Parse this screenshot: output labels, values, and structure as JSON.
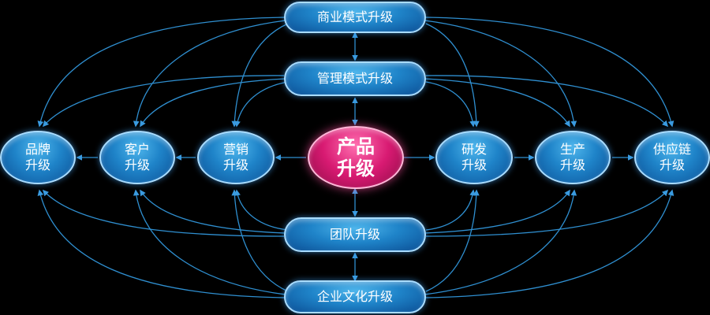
{
  "top_nodes": {
    "business_model": "商业模式升级",
    "management_model": "管理模式升级"
  },
  "bottom_nodes": {
    "team": "团队升级",
    "culture": "企业文化升级"
  },
  "center": {
    "line1": "产品",
    "line2": "升级"
  },
  "left_nodes": [
    {
      "line1": "品牌",
      "line2": "升级"
    },
    {
      "line1": "客户",
      "line2": "升级"
    },
    {
      "line1": "营销",
      "line2": "升级"
    }
  ],
  "right_nodes": [
    {
      "line1": "研发",
      "line2": "升级"
    },
    {
      "line1": "生产",
      "line2": "升级"
    },
    {
      "line1": "供应链",
      "line2": "升级"
    }
  ],
  "colors": {
    "node_blue": "#1f84c9",
    "node_center": "#d81a72",
    "connector": "#2f8fd0",
    "background": "#000000"
  }
}
